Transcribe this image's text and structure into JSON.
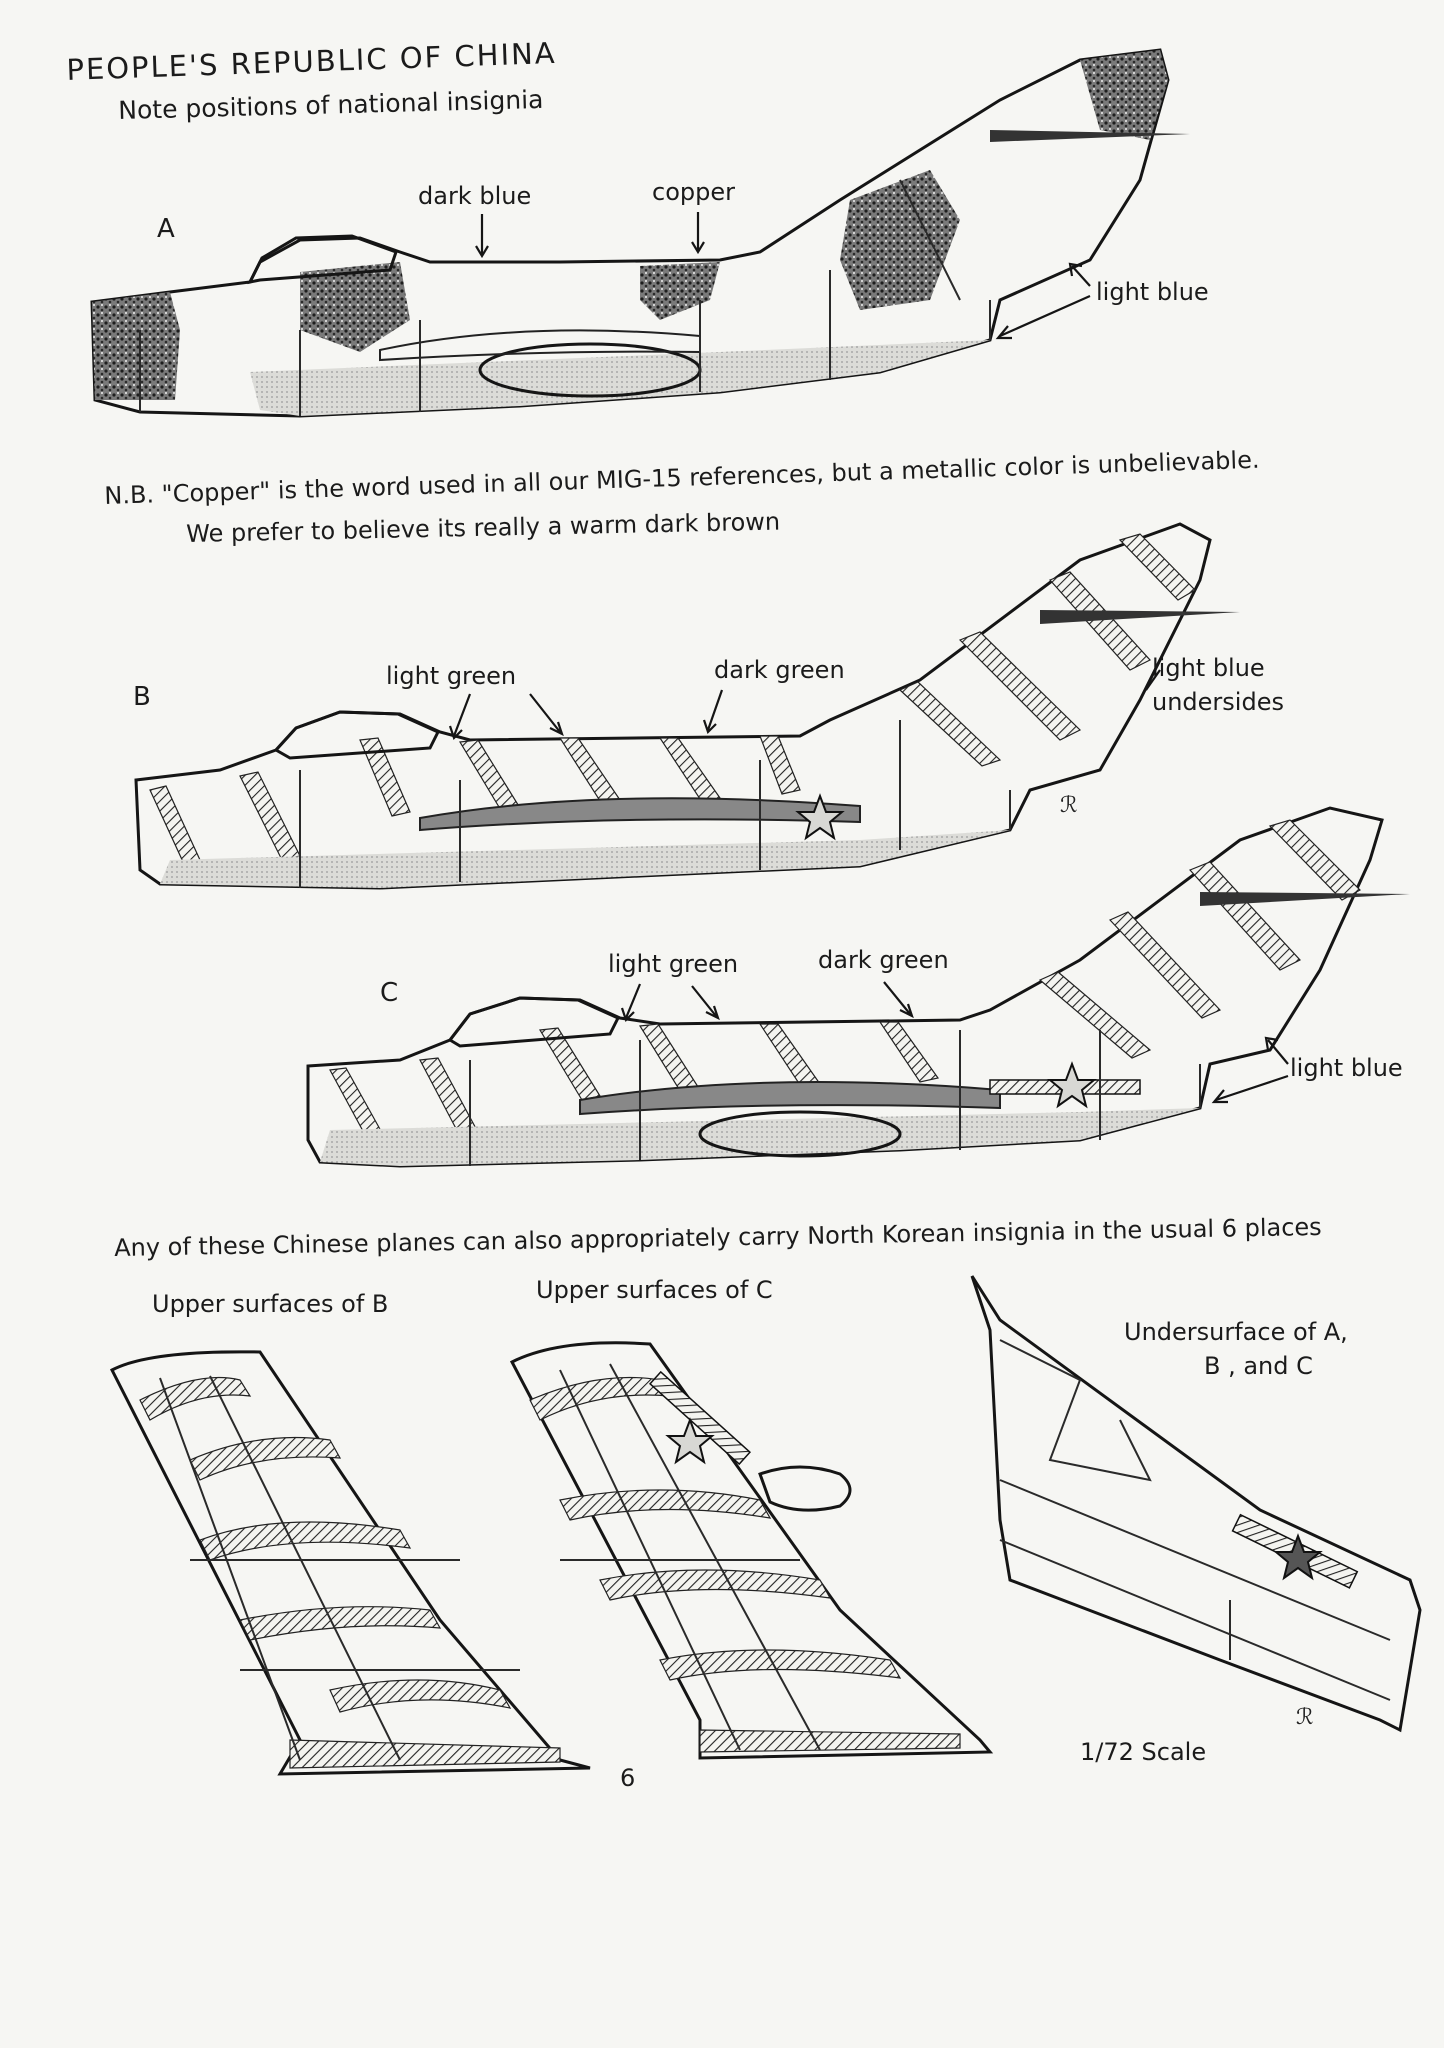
{
  "header": {
    "title": "PEOPLE'S REPUBLIC OF CHINA",
    "subtitle": "Note positions of national insignia"
  },
  "aircraft_a": {
    "letter": "A",
    "labels": {
      "dark_blue": "dark blue",
      "copper": "copper",
      "light_blue": "light blue"
    }
  },
  "note": {
    "line1": "N.B. \"Copper\" is the word used in all our MIG-15 references, but a metallic color is unbelievable.",
    "line2": "We prefer to believe its really a warm dark brown"
  },
  "aircraft_b": {
    "letter": "B",
    "labels": {
      "light_green": "light green",
      "dark_green": "dark green",
      "light_blue_line1": "light blue",
      "light_blue_line2": "undersides"
    }
  },
  "aircraft_c": {
    "letter": "C",
    "labels": {
      "light_green": "light green",
      "dark_green": "dark green",
      "light_blue": "light blue"
    }
  },
  "insignia_note": "Any of these Chinese planes can also appropriately carry North Korean insignia in the usual 6 places",
  "wings": {
    "upper_b": "Upper surfaces of B",
    "upper_c": "Upper surfaces of C",
    "under_line1": "Undersurface of A,",
    "under_line2": "B , and C"
  },
  "scale": "1/72 Scale",
  "page_number": "6",
  "colors": {
    "ink": "#151515",
    "paper": "#f6f6f3",
    "camo_dark": "#6e6e6e",
    "camo_light": "#d0d0cc"
  }
}
